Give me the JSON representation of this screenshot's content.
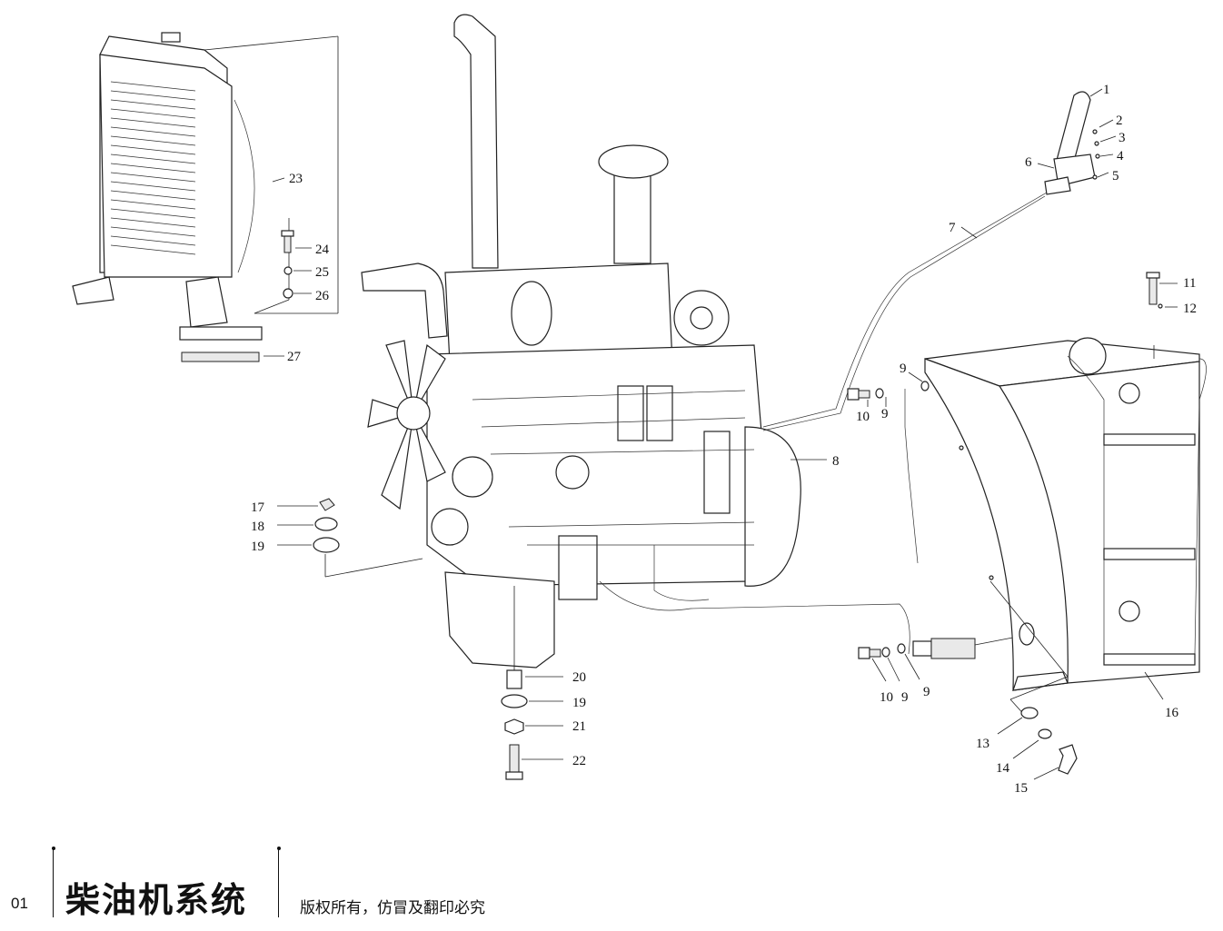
{
  "footer": {
    "page_number": "01",
    "section_title": "柴油机系统",
    "copyright": "版权所有，仿冒及翻印必究"
  },
  "callouts": [
    {
      "label": "1"
    },
    {
      "label": "2"
    },
    {
      "label": "3"
    },
    {
      "label": "4"
    },
    {
      "label": "5"
    },
    {
      "label": "6"
    },
    {
      "label": "7"
    },
    {
      "label": "8"
    },
    {
      "label": "9"
    },
    {
      "label": "10"
    },
    {
      "label": "9"
    },
    {
      "label": "11"
    },
    {
      "label": "12"
    },
    {
      "label": "10"
    },
    {
      "label": "9"
    },
    {
      "label": "9"
    },
    {
      "label": "13"
    },
    {
      "label": "14"
    },
    {
      "label": "15"
    },
    {
      "label": "16"
    },
    {
      "label": "17"
    },
    {
      "label": "18"
    },
    {
      "label": "19"
    },
    {
      "label": "20"
    },
    {
      "label": "19"
    },
    {
      "label": "21"
    },
    {
      "label": "22"
    },
    {
      "label": "23"
    },
    {
      "label": "24"
    },
    {
      "label": "25"
    },
    {
      "label": "26"
    },
    {
      "label": "27"
    }
  ]
}
